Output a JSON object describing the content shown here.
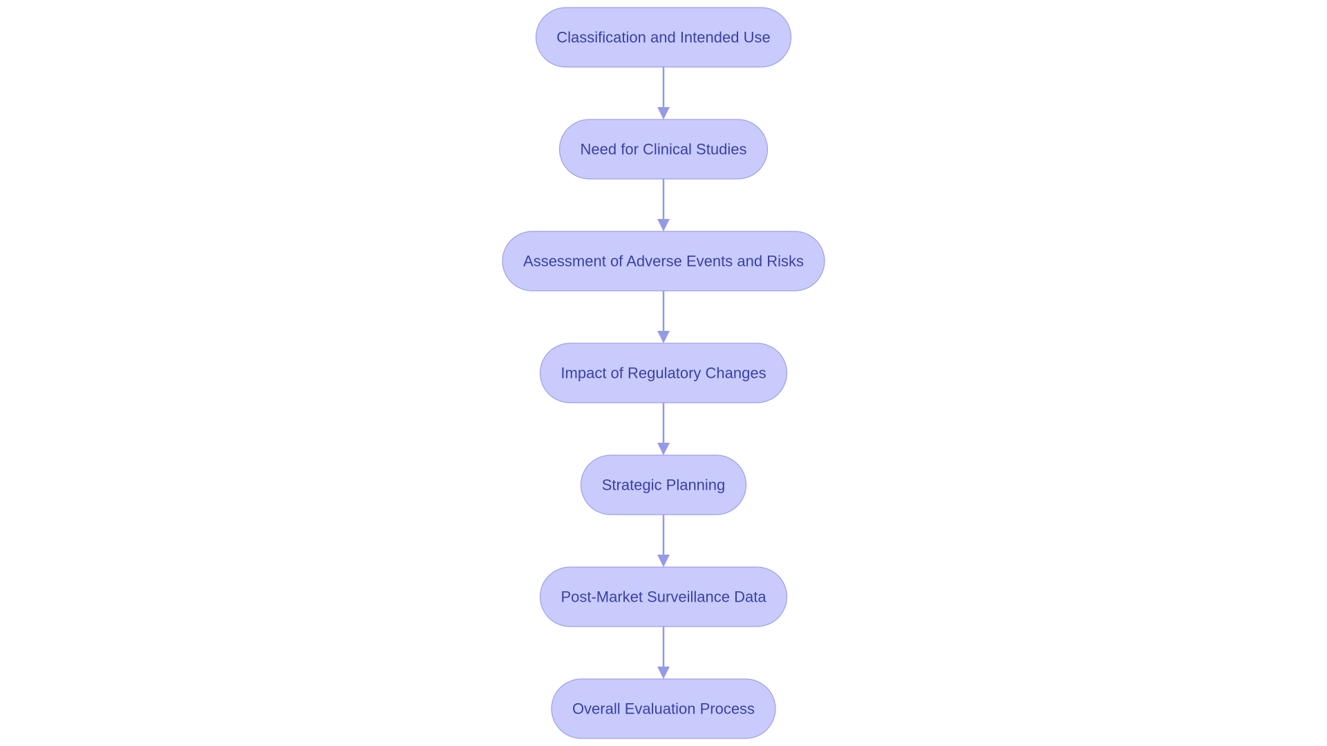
{
  "diagram": {
    "type": "vertical-flowchart",
    "colors": {
      "background": "#ffffff",
      "node_fill": "#c9cbfd",
      "node_border": "#9c9ee8",
      "node_text": "#3b3fa3",
      "edge": "#9699e3"
    },
    "nodes": [
      {
        "id": "n1",
        "label": "Classification and Intended Use"
      },
      {
        "id": "n2",
        "label": "Need for Clinical Studies"
      },
      {
        "id": "n3",
        "label": "Assessment of Adverse Events and Risks"
      },
      {
        "id": "n4",
        "label": "Impact of Regulatory Changes"
      },
      {
        "id": "n5",
        "label": "Strategic Planning"
      },
      {
        "id": "n6",
        "label": "Post-Market Surveillance Data"
      },
      {
        "id": "n7",
        "label": "Overall Evaluation Process"
      }
    ],
    "edges": [
      {
        "from": "n1",
        "to": "n2"
      },
      {
        "from": "n2",
        "to": "n3"
      },
      {
        "from": "n3",
        "to": "n4"
      },
      {
        "from": "n4",
        "to": "n5"
      },
      {
        "from": "n5",
        "to": "n6"
      },
      {
        "from": "n6",
        "to": "n7"
      }
    ]
  }
}
